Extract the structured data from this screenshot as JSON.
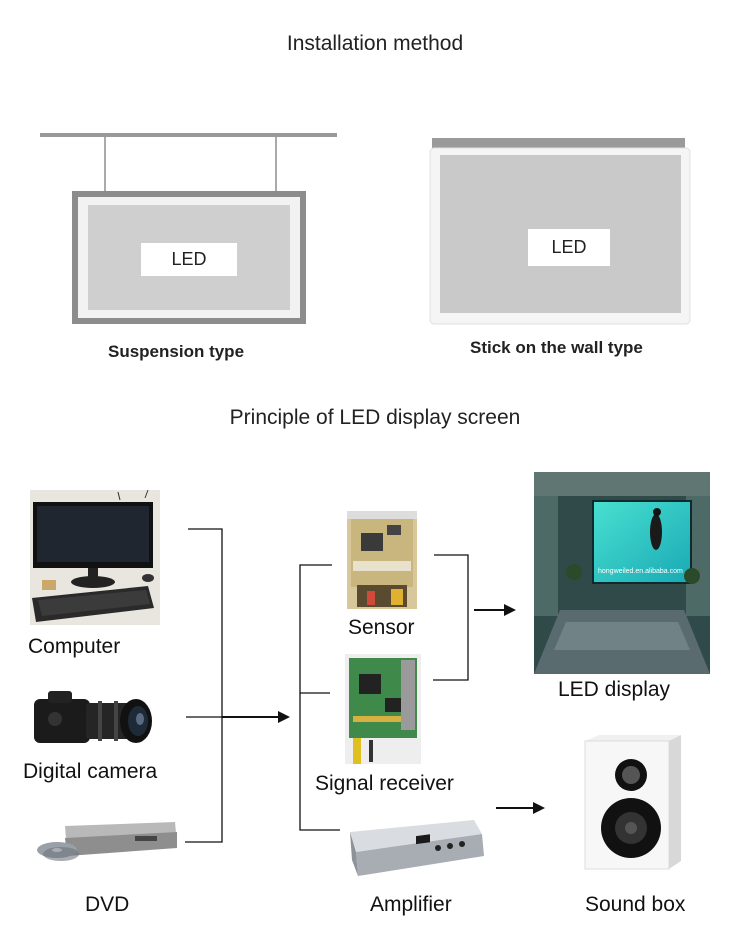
{
  "headings": {
    "installation": "Installation method",
    "principle": "Principle of LED display screen"
  },
  "installation": {
    "suspension": {
      "label": "Suspension type",
      "screen_text": "LED"
    },
    "wall": {
      "label": "Stick on the wall type",
      "screen_text": "LED"
    }
  },
  "principle": {
    "sources": [
      "Computer",
      "Digital camera",
      "DVD"
    ],
    "processors": [
      "Sensor",
      "Signal receiver",
      "Amplifier"
    ],
    "outputs": [
      "LED display",
      "Sound box"
    ],
    "display_watermark": "hongweiled.en.alibaba.com"
  }
}
